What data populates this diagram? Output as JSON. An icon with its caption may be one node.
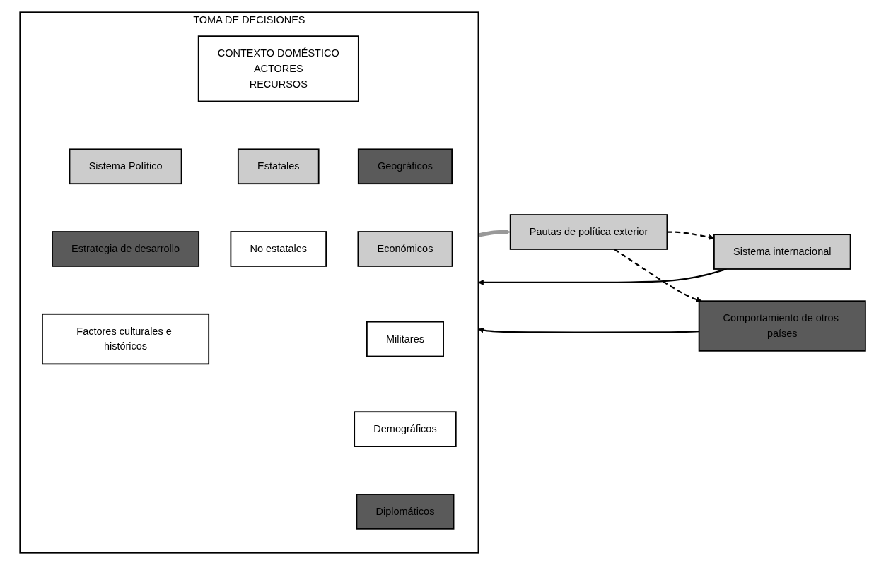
{
  "diagram": {
    "nodes": [
      {
        "text": [
          "Sistema internacional"
        ]
      },
      {
        "text": [
          "Comportamiento de otros países"
        ]
      },
      {
        "text": [
          "TOMA DE DECISIONES"
        ]
      },
      {
        "text": [
          "CONTEXTO DOMÉSTICO",
          "ACTORES",
          "RECURSOS"
        ],
        "in": 2
      },
      {
        "text": [
          "Sistema Político"
        ],
        "in": 2
      },
      {
        "text": [
          "Estrategia de desarrollo"
        ],
        "in": 2
      },
      {
        "text": [
          "Factores culturales e históricos"
        ],
        "in": 2
      },
      {
        "text": [
          "Estatales"
        ],
        "in": 2
      },
      {
        "text": [
          "No estatales"
        ],
        "in": 2
      },
      {
        "text": [
          "Geográficos"
        ],
        "in": 2
      },
      {
        "text": [
          "Económicos"
        ],
        "in": 2
      },
      {
        "text": [
          "Militares"
        ],
        "in": 2
      },
      {
        "text": [
          "Demográficos"
        ],
        "in": 2
      },
      {
        "text": [
          "Diplomáticos"
        ],
        "in": 2
      },
      {
        "text": [
          "Pautas de política exterior"
        ]
      }
    ],
    "edges": [
      {
        "from": 0,
        "to": 2,
        "arrow": "to"
      },
      {
        "from": 1,
        "to": 2,
        "arrow": "to"
      },
      {
        "from": 2,
        "to": 14,
        "arrow": "to",
        "style": "thick",
        "color": "#999999"
      },
      {
        "from": 14,
        "to": 0,
        "arrow": "to",
        "style": "dashed"
      },
      {
        "from": 14,
        "to": 1,
        "arrow": "to",
        "style": "dashed"
      }
    ]
  }
}
